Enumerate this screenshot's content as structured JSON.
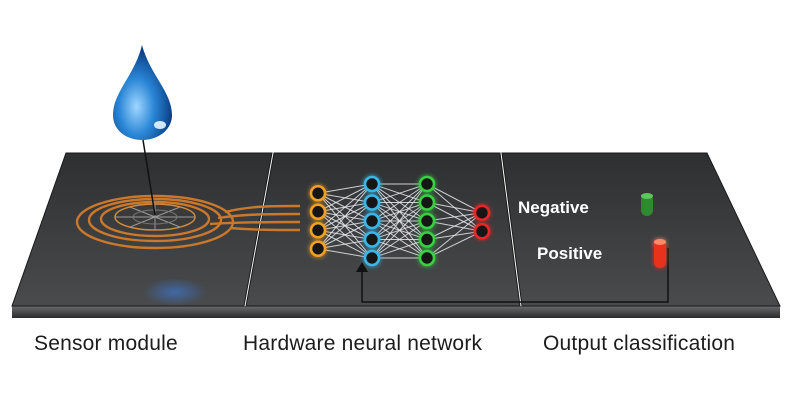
{
  "labels": {
    "negative": "Negative",
    "positive": "Positive"
  },
  "captions": {
    "sensor": "Sensor module",
    "network": "Hardware neural network",
    "output": "Output classification"
  },
  "network": {
    "layers": [
      {
        "count": 4,
        "color": "#f0a020"
      },
      {
        "count": 5,
        "color": "#38b8e8"
      },
      {
        "count": 5,
        "color": "#38d040"
      },
      {
        "count": 2,
        "color": "#e82828"
      }
    ]
  },
  "colors": {
    "negative_indicator": "#2f8a2f",
    "positive_indicator": "#e8301c",
    "coil": "#c9782c",
    "drop": "#1e78c8"
  }
}
